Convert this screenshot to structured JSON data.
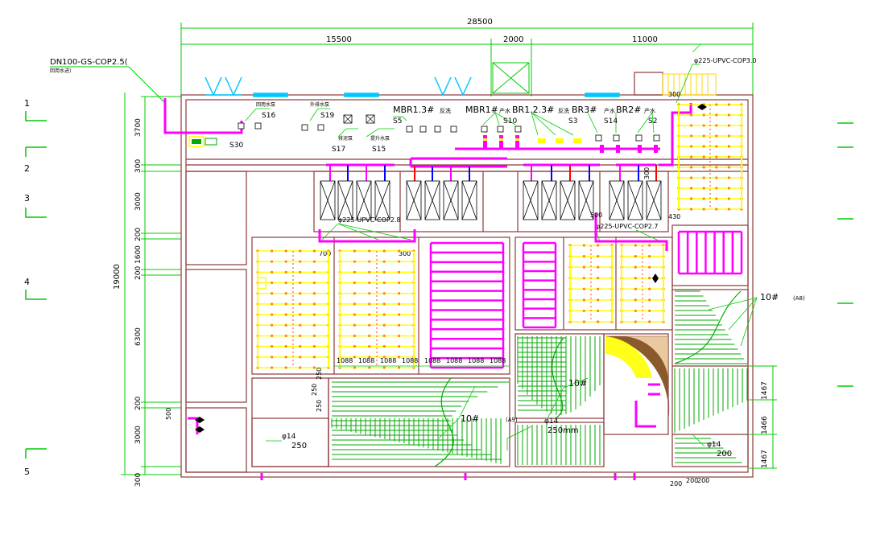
{
  "drawing": {
    "dims": {
      "total": "28500",
      "seg1": "15500",
      "seg2": "2000",
      "seg3": "11000",
      "left_total": "19000",
      "left_segments": [
        "3700",
        "300",
        "3000",
        "200",
        "1600",
        "200",
        "6300",
        "200",
        "3000",
        "300"
      ],
      "right_segments": [
        "1467",
        "1466",
        "1467"
      ]
    },
    "grid_labels": [
      "1",
      "2",
      "3",
      "4",
      "5"
    ],
    "pipe_labels": {
      "inlet": "DN100-GS-COP2.5(",
      "inlet_note": "回用水进)",
      "upvc_top": "φ225-UPVC-COP3.0",
      "upvc_left": "φ225-UPVC-COP2.8",
      "upvc_right": "φ225-UPVC-COP2.7"
    },
    "tanks": {
      "mbr13": "MBR1.3#",
      "mbr13_suffix": "反洗",
      "mbr1": "MBR1#",
      "mbr1_suffix": "产水",
      "mbr123": "BR1.2.3#",
      "mbr123_suffix": "反洗",
      "mbr3": "BR3#",
      "mbr3_suffix": "产水",
      "mbr2": "BR2#",
      "mbr2_suffix": "产水"
    },
    "equipment_tags": [
      "S16",
      "S19",
      "S30",
      "S17",
      "S15",
      "S5",
      "S10",
      "S3",
      "S14",
      "S2"
    ],
    "equipment_notes": {
      "s16": "回用水泵",
      "s19": "外排水泵",
      "s17": "排泥泵",
      "s15": "提升水泵"
    },
    "small_dims": {
      "d300a": "300",
      "d300b": "300",
      "d300c": "300",
      "d700": "700",
      "d500a": "500",
      "d500b": "500",
      "d430": "430",
      "d250a": "250",
      "d250b": "250",
      "d250c": "250",
      "d200a": "200",
      "d200b": "200",
      "d200c": "200"
    },
    "bottom_labels": [
      "1088",
      "1088",
      "1088",
      "1088",
      "1088",
      "1088",
      "1088",
      "1088"
    ],
    "annotations": {
      "rebar_a": "10#",
      "rebar_a_note": "(A8)",
      "rebar_b": "10#",
      "rebar_b_note": "(A9)",
      "rebar_c": "10#",
      "dia_a": "φ14",
      "dia_a_spacing": "250",
      "dia_b": "φ14",
      "dia_b_spacing": "250mm",
      "dia_c": "φ14",
      "dia_c_spacing": "200"
    },
    "colors": {
      "wall": "#8b3a3a",
      "pipe": "#ff00ff",
      "aeration": "#ffff00",
      "hatch": "#00aa00",
      "dim": "#00cc00",
      "glass": "#00c8ff",
      "text": "#000000"
    }
  }
}
